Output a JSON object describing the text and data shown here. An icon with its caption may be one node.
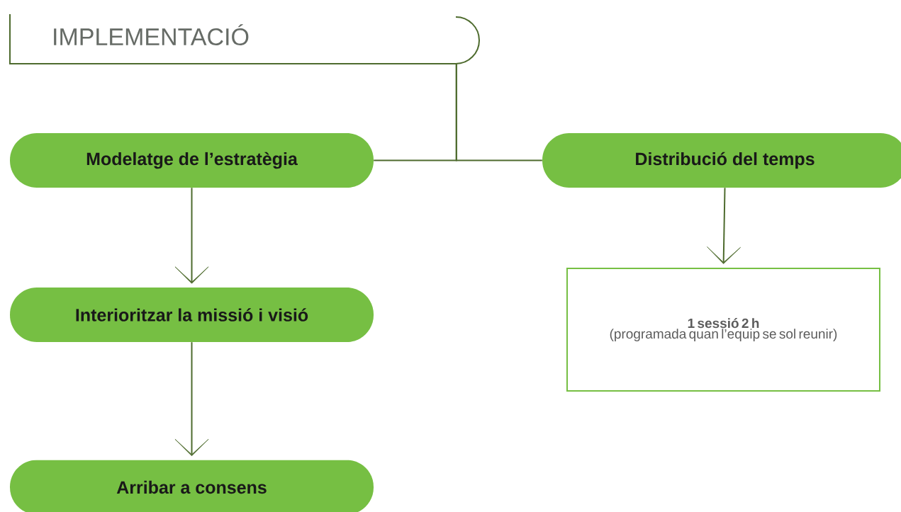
{
  "diagram": {
    "nodes": [
      {
        "text": [
          "IMPLEMENTACIÓ"
        ]
      },
      {
        "text": [
          "Modelatge de l’estratègia"
        ]
      },
      {
        "text": [
          "Distribució del temps"
        ]
      },
      {
        "text": [
          "Interioritzar la missió i visió"
        ]
      },
      {
        "text": [
          "Arribar a consens"
        ]
      },
      {
        "text": [
          "1 sessió 2 h",
          "(programada quan l’equip se sol reunir)"
        ]
      }
    ],
    "edges": [
      {
        "from": 0,
        "to": 1,
        "arrow": "none"
      },
      {
        "from": 0,
        "to": 2,
        "arrow": "none"
      },
      {
        "from": 1,
        "to": 3,
        "arrow": "to"
      },
      {
        "from": 3,
        "to": 4,
        "arrow": "to"
      },
      {
        "from": 2,
        "to": 5,
        "arrow": "to"
      }
    ]
  }
}
